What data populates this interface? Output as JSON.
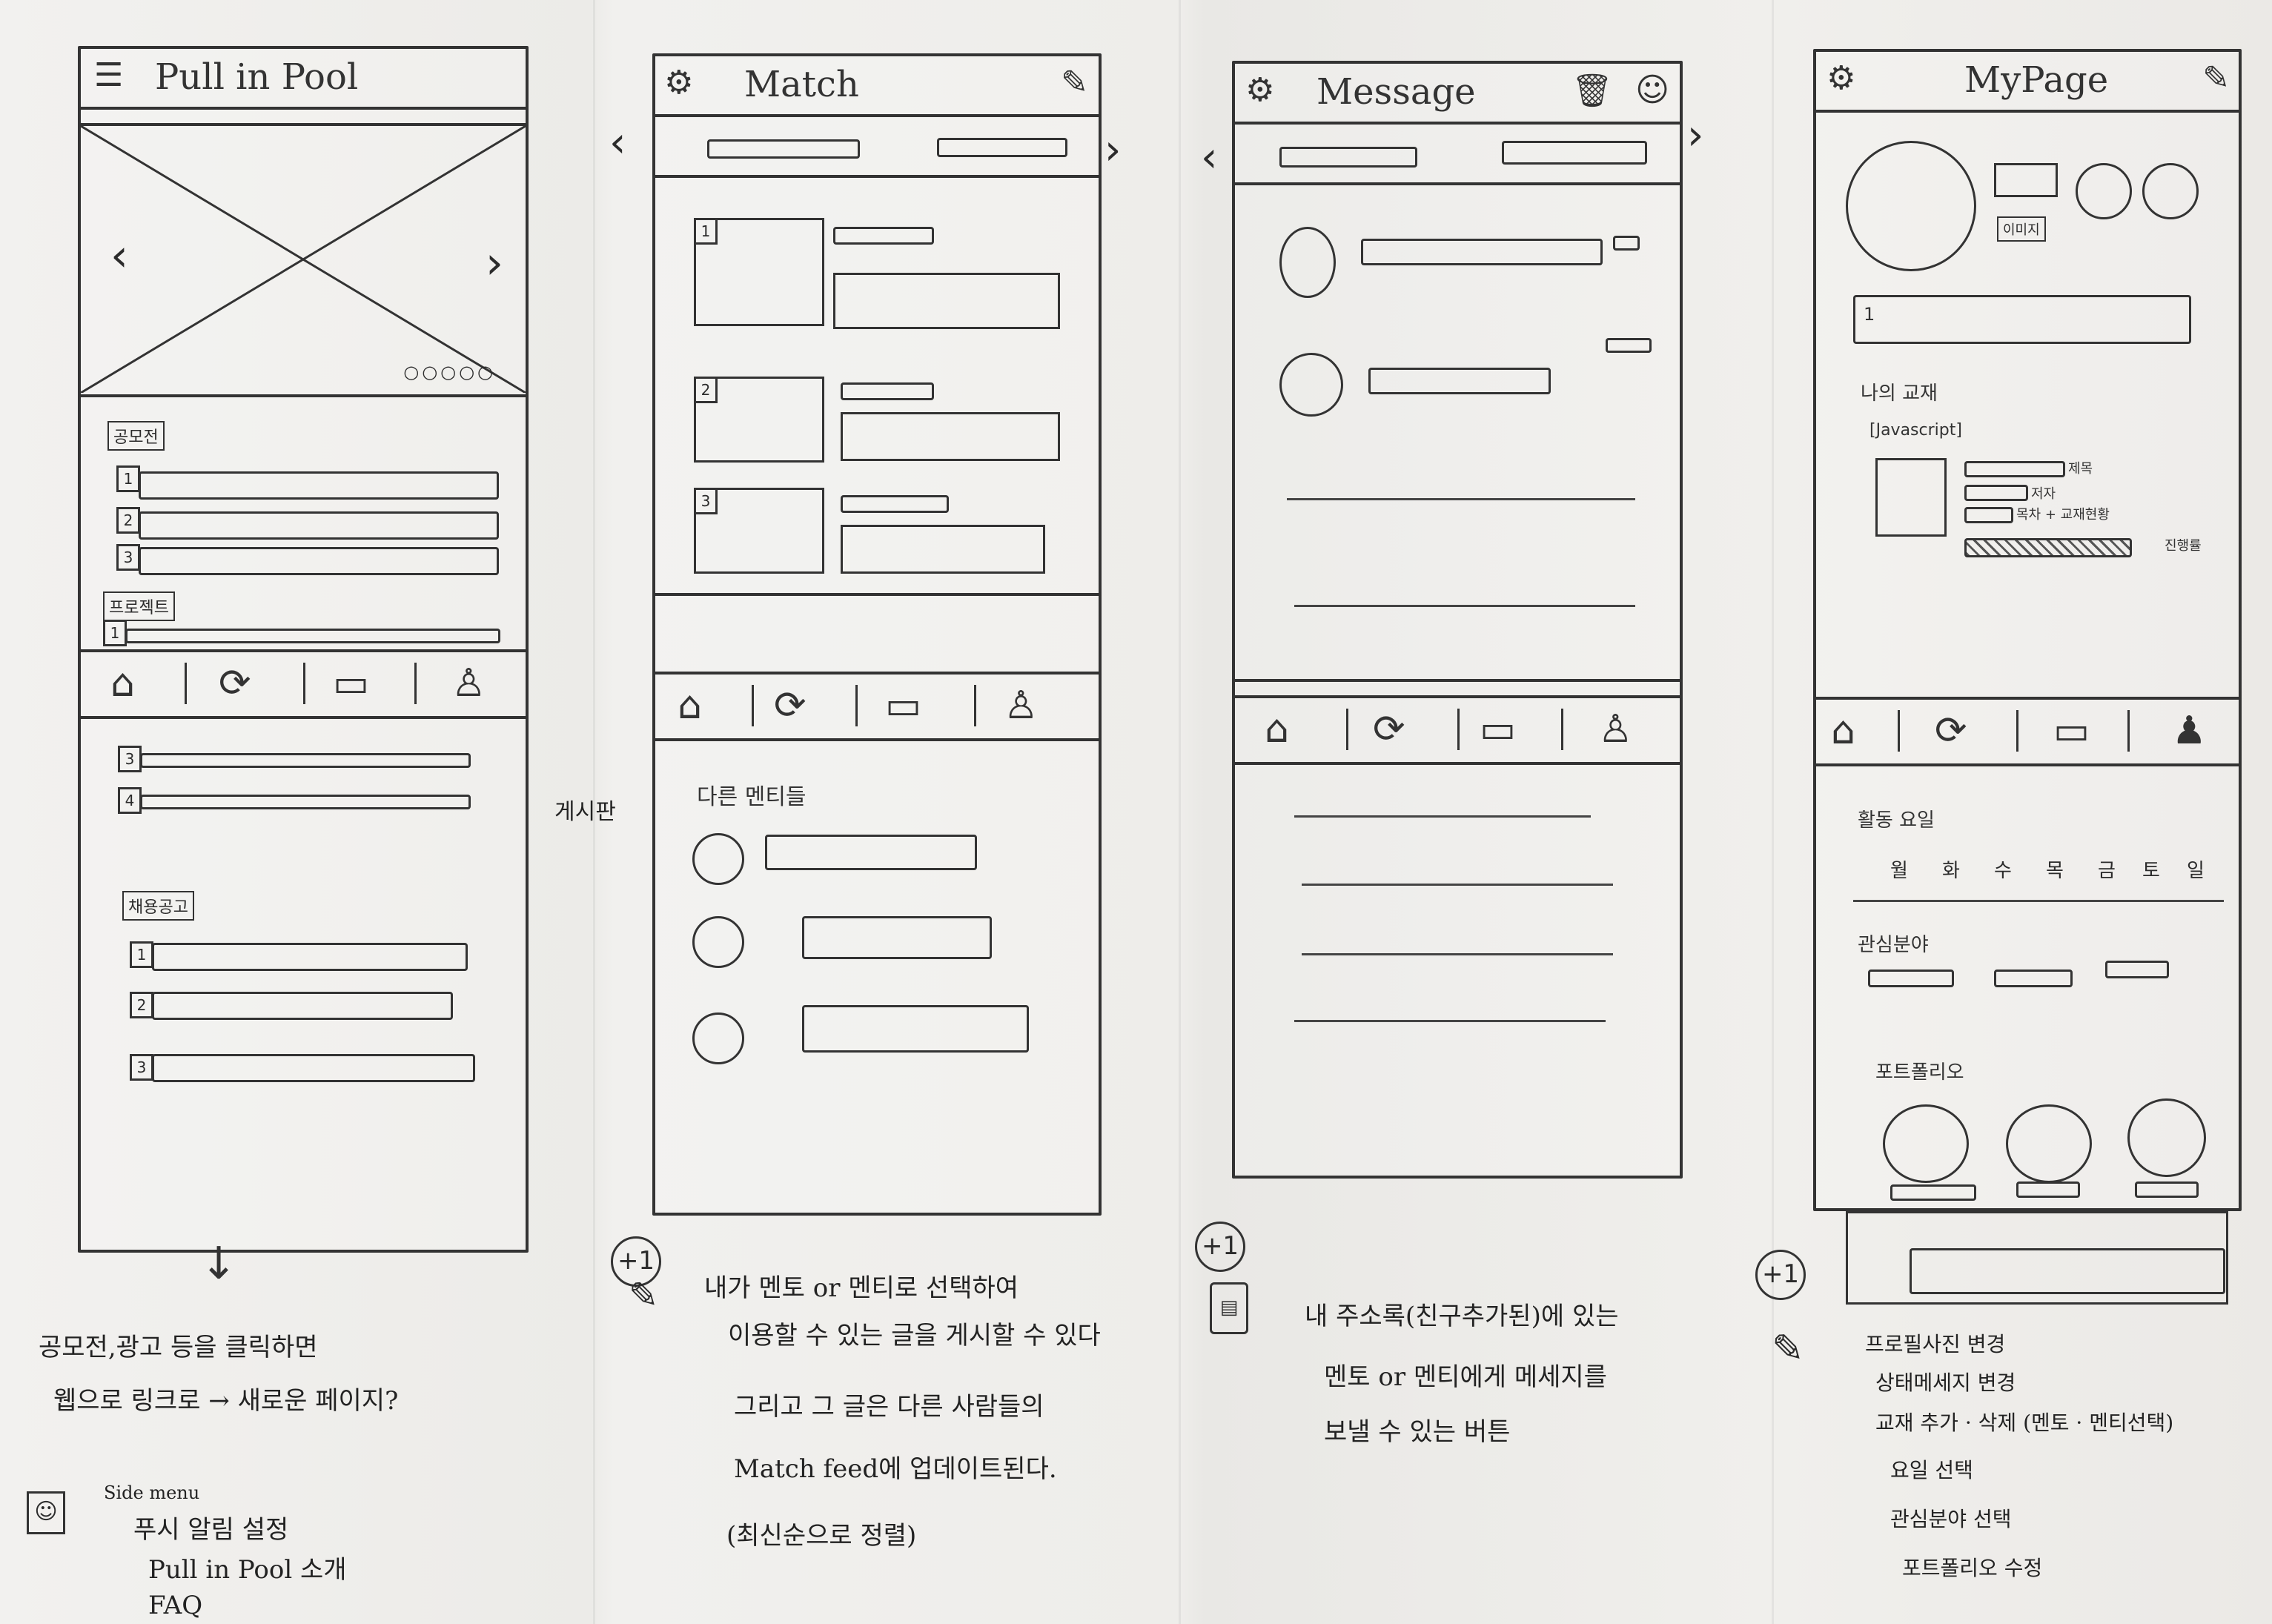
{
  "screens": {
    "home": {
      "title": "Pull in Pool",
      "menu_icon": "☰",
      "section_contest": "공모전",
      "section_project": "프로젝트",
      "section_jobs": "채용공고",
      "nums": [
        "1",
        "2",
        "3",
        "1",
        "3",
        "4",
        "1",
        "2",
        "3"
      ]
    },
    "match": {
      "title": "Match",
      "section_other_mentees": "다른 멘티들",
      "side_note": "게시판",
      "nums": [
        "1",
        "2",
        "3"
      ]
    },
    "message": {
      "title": "Message"
    },
    "mypage": {
      "title": "MyPage",
      "edit_tag": "이미지",
      "section_my_materials": "나의 교재",
      "javascript_tag": "[Javascript]",
      "mat_labels": [
        "제목",
        "저자",
        "목차 + 교재현황"
      ],
      "progress_note": "진행률",
      "section_activity_days": "활동 요일",
      "days": [
        "월",
        "화",
        "수",
        "목",
        "금",
        "토",
        "일"
      ],
      "section_interests": "관심분야",
      "section_portfolio": "포트폴리오",
      "row_num": "1"
    }
  },
  "notes": {
    "home_lines": [
      "공모전,광고 등을 클릭하면",
      "웹으로 링크로 → 새로운 페이지?"
    ],
    "side_menu_title": "Side menu",
    "side_menu_lines": [
      "푸시 알림 설정",
      "Pull in Pool 소개",
      "FAQ"
    ],
    "match_plus": "+1",
    "match_lines": [
      "내가 멘토 or 멘티로 선택하여",
      "이용할 수 있는 글을 게시할 수 있다",
      "그리고 그 글은 다른 사람들의",
      "Match feed에 업데이트된다.",
      "(최신순으로 정렬)"
    ],
    "message_plus": "+1",
    "message_lines": [
      "내 주소록(친구추가된)에 있는",
      "멘토 or 멘티에게 메세지를",
      "보낼 수 있는 버튼"
    ],
    "mypage_plus": "+1",
    "mypage_lines": [
      "프로필사진 변경",
      "상태메세지 변경",
      "교재 추가 · 삭제 (멘토 · 멘티선택)",
      "요일 선택",
      "관심분야 선택",
      "포트폴리오 수정"
    ]
  }
}
